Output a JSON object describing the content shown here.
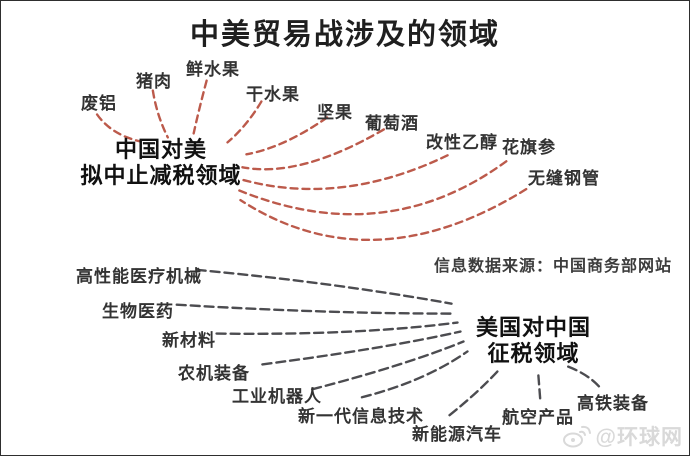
{
  "title": "中美贸易战涉及的领域",
  "colors": {
    "china_line": "#bc5a4b",
    "us_line": "#4c4c50",
    "text": "#2a2a2a",
    "watermark": "#d9d9d9",
    "background": "#ffffff"
  },
  "china_cluster": {
    "hub_line1": "中国对美",
    "hub_line2": "拟中止减税领域",
    "items": [
      {
        "label": "废铝"
      },
      {
        "label": "猪肉"
      },
      {
        "label": "鲜水果"
      },
      {
        "label": "干水果"
      },
      {
        "label": "坚果"
      },
      {
        "label": "葡萄酒"
      },
      {
        "label": "改性乙醇"
      },
      {
        "label": "花旗参"
      },
      {
        "label": "无缝钢管"
      }
    ]
  },
  "us_cluster": {
    "hub_line1": "美国对中国",
    "hub_line2": "征税领域",
    "items": [
      {
        "label": "高性能医疗机械"
      },
      {
        "label": "生物医药"
      },
      {
        "label": "新材料"
      },
      {
        "label": "农机装备"
      },
      {
        "label": "工业机器人"
      },
      {
        "label": "新一代信息技术"
      },
      {
        "label": "新能源汽车"
      },
      {
        "label": "航空产品"
      },
      {
        "label": "高铁装备"
      }
    ]
  },
  "source_note": "信息数据来源：中国商务部网站",
  "watermark": {
    "icon": "weibo-icon",
    "handle": "@环球网"
  }
}
